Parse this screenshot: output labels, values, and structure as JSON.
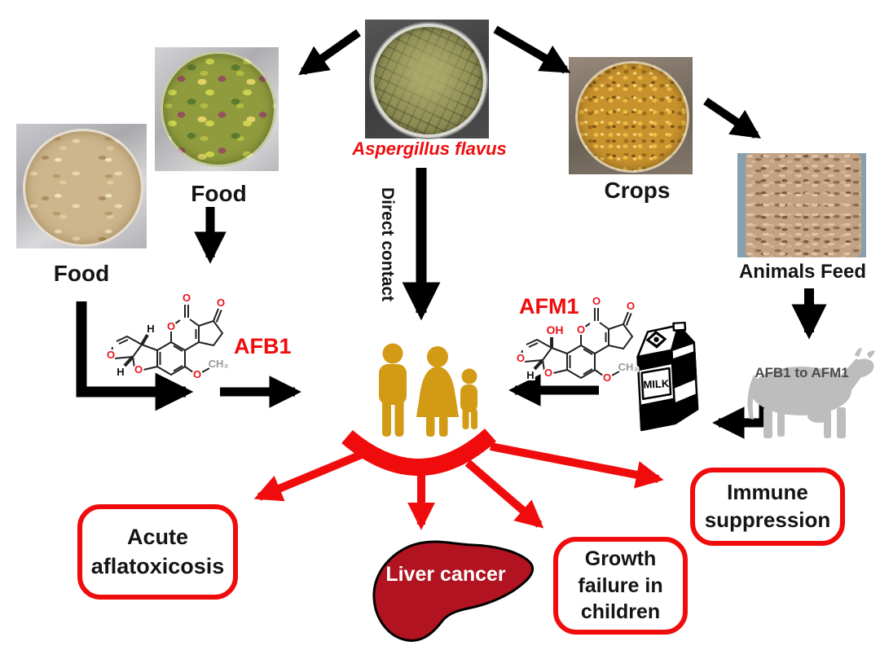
{
  "figure": {
    "description": "Aflatoxin contamination pathway diagram",
    "colors": {
      "accent_red": "#f00c0c",
      "family_gold": "#d39a15",
      "cow_gray": "#bdbdbd",
      "liver_red": "#b11320",
      "arrow_black": "#000000"
    }
  },
  "labels": {
    "aspergillus": "Aspergillus flavus",
    "food_left": "Food",
    "food_top": "Food",
    "crops": "Crops",
    "animals_feed": "Animals Feed",
    "direct_contact": "Direct contact",
    "afb1": "AFB1",
    "afm1": "AFM1",
    "afb1_to_afm1": "AFB1 to AFM1",
    "milk": "MILK"
  },
  "chem": {
    "o": "O",
    "oh": "OH",
    "h": "H",
    "ch3": "CH₃"
  },
  "outcomes": [
    {
      "label": "Acute aflatoxicosis"
    },
    {
      "label": "Liver cancer"
    },
    {
      "label": "Growth failure in children"
    },
    {
      "label": "Immune suppression"
    }
  ]
}
